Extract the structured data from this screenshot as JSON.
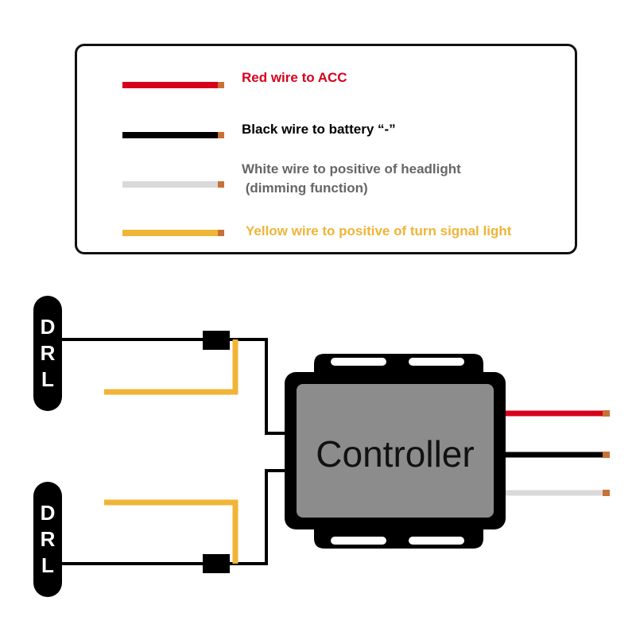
{
  "legend": {
    "items": [
      {
        "label": "Red wire to ACC",
        "color": "#d6001c",
        "wire": "red-wire"
      },
      {
        "label": "Black wire to battery “-”",
        "color": "#000000",
        "wire": "black-wire"
      },
      {
        "label_line1": "White wire to positive of headlight",
        "label_line2": " (dimming function)",
        "color": "#666666",
        "wire": "white-wire"
      },
      {
        "label": "Yellow wire to positive of turn signal light",
        "color": "#f0b437",
        "wire": "yellow-wire"
      }
    ]
  },
  "diagram": {
    "drl_top": {
      "letters": [
        "D",
        "R",
        "L"
      ]
    },
    "drl_bottom": {
      "letters": [
        "D",
        "R",
        "L"
      ]
    },
    "controller": {
      "label": "Controller"
    },
    "colors": {
      "red": "#d6001c",
      "black": "#000000",
      "white": "#d9d9d9",
      "yellow": "#f0b437",
      "copper": "#c87137",
      "controller_body": "#8c8c8c"
    }
  }
}
